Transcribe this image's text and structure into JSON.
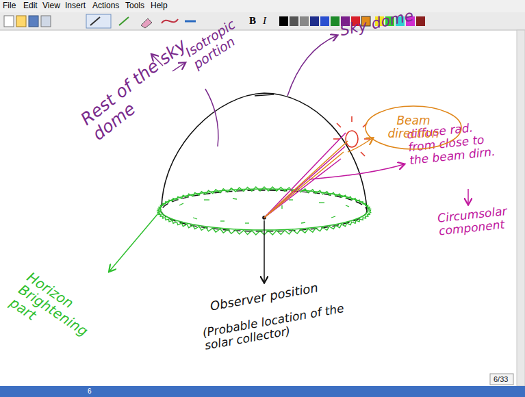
{
  "diagram": {
    "nodes": [
      {
        "text": [
          "Beam direction"
        ]
      }
    ],
    "edges": [],
    "labels": [
      "File",
      "Edit",
      "View",
      "Insert",
      "Actions",
      "Tools",
      "Help",
      "B",
      "I",
      "Sky dome",
      "Rest of the sky dome",
      "Isotropic portion",
      "diffuse rad. from close to the beam dirn.",
      "Circumsolar component",
      "Horizon Brightening part",
      "Observer position",
      "(Probable location of the solar collector)",
      "6/33",
      "6"
    ]
  }
}
